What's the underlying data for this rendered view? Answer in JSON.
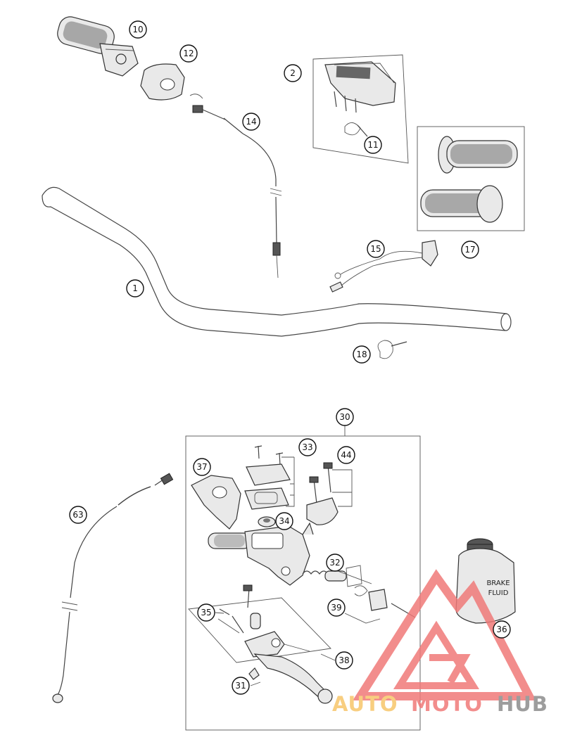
{
  "callouts": [
    "10",
    "12",
    "2",
    "14",
    "11",
    "17",
    "15",
    "1",
    "18",
    "30",
    "33",
    "44",
    "37",
    "34",
    "63",
    "32",
    "35",
    "39",
    "36",
    "38",
    "31"
  ],
  "brake_fluid": {
    "line1": "BRAKE",
    "line2": "FLUID"
  },
  "watermark": {
    "part1": "AUTO",
    "part2": "MOTO",
    "part3": "HUB",
    "colors": {
      "auto": "#f7c66b",
      "moto": "#f07a79",
      "hub": "#8c8c8c",
      "triangle": "#f07a79"
    }
  }
}
